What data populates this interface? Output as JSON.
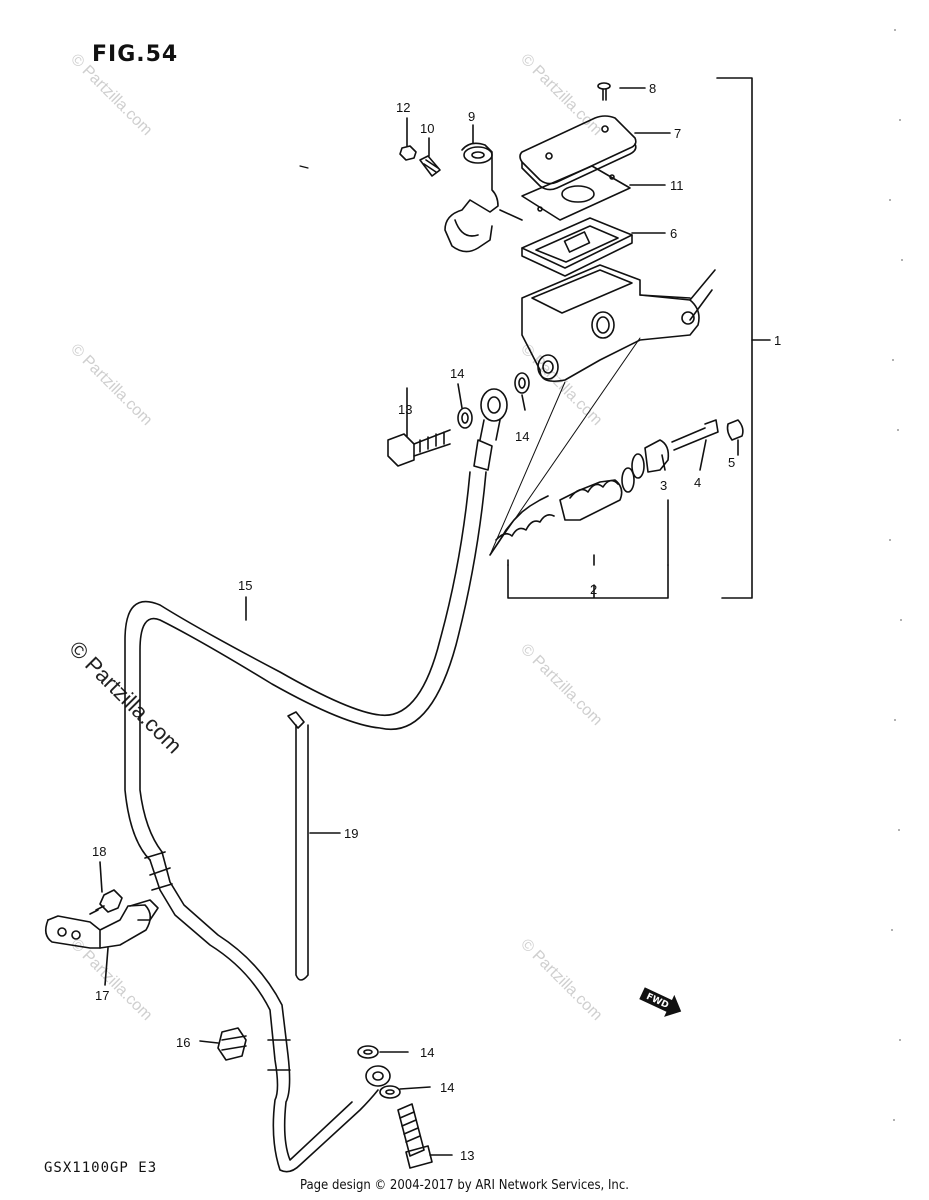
{
  "figure": {
    "title": "FIG.54",
    "model": "GSX1100GP  E3",
    "footer": "Page design © 2004-2017 by ARI Network Services, Inc."
  },
  "watermark": {
    "text": "© Partzilla.com"
  },
  "fwd_label": "FWD",
  "callouts": [
    "1",
    "2",
    "3",
    "4",
    "5",
    "6",
    "7",
    "8",
    "9",
    "10",
    "11",
    "12",
    "13",
    "14",
    "15",
    "16",
    "17",
    "18",
    "19",
    "14",
    "14",
    "14",
    "13"
  ],
  "colors": {
    "ink": "#111111",
    "watermark": "#cfcfcf",
    "paper": "#ffffff"
  }
}
